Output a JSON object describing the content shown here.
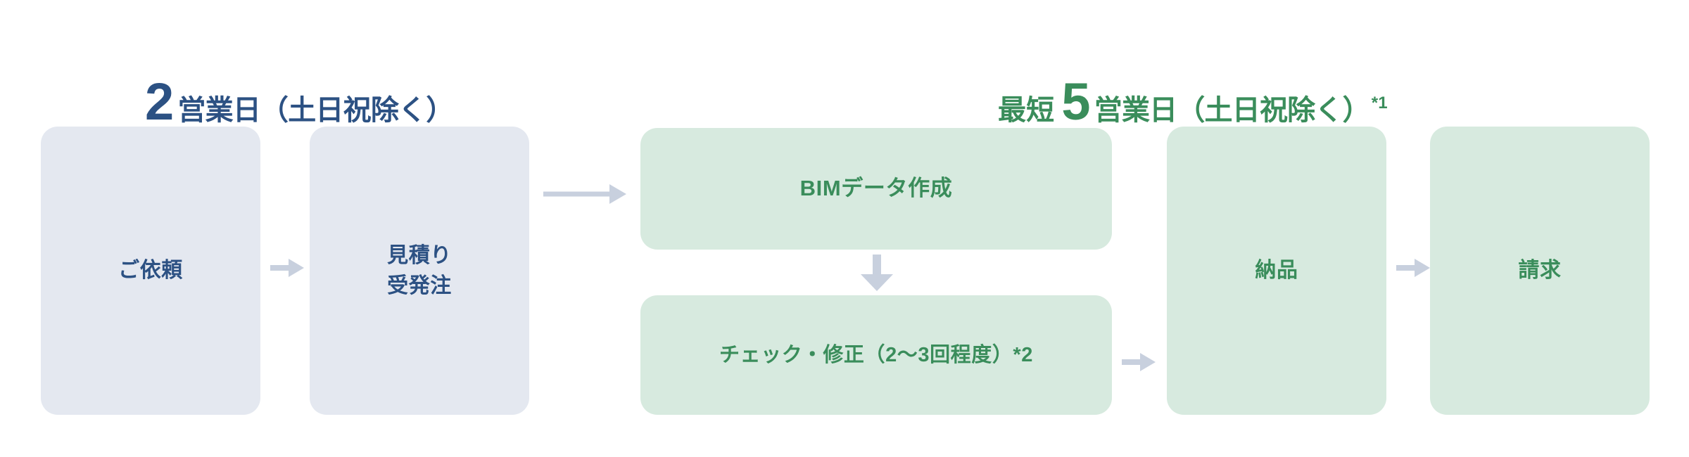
{
  "headings": {
    "lead_time": {
      "prefix": "",
      "number": "2",
      "unit": "営業日（土日祝除く）",
      "note": "",
      "color": "#2c5183"
    },
    "build_time": {
      "prefix": "最短",
      "number": "5",
      "unit": "営業日（土日祝除く）",
      "note": "*1",
      "color": "#3a8d5b"
    }
  },
  "steps": [
    {
      "id": "request",
      "label": "ご依頼",
      "stage": "blue"
    },
    {
      "id": "quote",
      "label": "見積り\n受発注",
      "stage": "blue"
    },
    {
      "id": "bim",
      "label": "BIMデータ作成",
      "stage": "green"
    },
    {
      "id": "check",
      "label": "チェック・修正（2〜3回程度）*2",
      "stage": "green"
    },
    {
      "id": "delivery",
      "label": "納品",
      "stage": "green"
    },
    {
      "id": "invoice",
      "label": "請求",
      "stage": "green"
    }
  ],
  "arrows": [
    {
      "id": "request-quote",
      "direction": "right",
      "icon": "arrow-right-icon"
    },
    {
      "id": "quote-bim",
      "direction": "right",
      "icon": "arrow-right-long-icon"
    },
    {
      "id": "bim-check",
      "direction": "down",
      "icon": "arrow-down-icon"
    },
    {
      "id": "check-delivery",
      "direction": "right",
      "icon": "arrow-right-icon"
    },
    {
      "id": "delivery-invoice",
      "direction": "right",
      "icon": "arrow-right-icon"
    }
  ],
  "colors": {
    "blue_fill": "#e4e8f0",
    "blue_text": "#2c5183",
    "green_fill": "#d7eadf",
    "green_text": "#3a8d5b",
    "arrow": "#c8d0de",
    "background": "#ffffff"
  }
}
